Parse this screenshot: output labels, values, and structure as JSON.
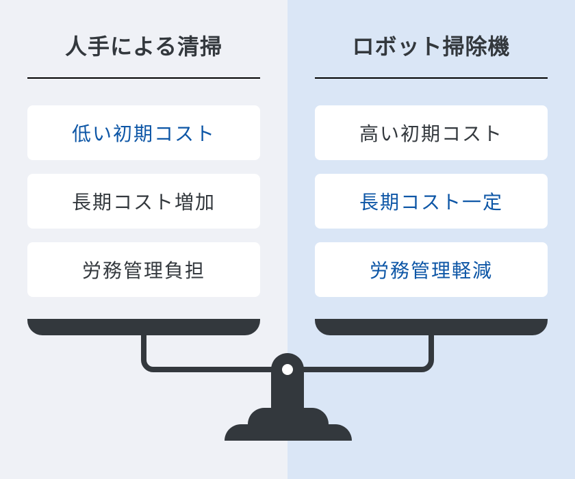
{
  "colors": {
    "left_bg": "#eff1f6",
    "right_bg": "#dae6f6",
    "highlight_text": "#0d56a6",
    "normal_text": "#33383d",
    "scale": "#33383d"
  },
  "left": {
    "title": "人手による清掃",
    "items": [
      {
        "label": "低い初期コスト",
        "highlight": true
      },
      {
        "label": "長期コスト増加",
        "highlight": false
      },
      {
        "label": "労務管理負担",
        "highlight": false
      }
    ]
  },
  "right": {
    "title": "ロボット掃除機",
    "items": [
      {
        "label": "高い初期コスト",
        "highlight": false
      },
      {
        "label": "長期コスト一定",
        "highlight": true
      },
      {
        "label": "労務管理軽減",
        "highlight": true
      }
    ]
  },
  "illustration": {
    "icon": "balance-scale-icon"
  }
}
